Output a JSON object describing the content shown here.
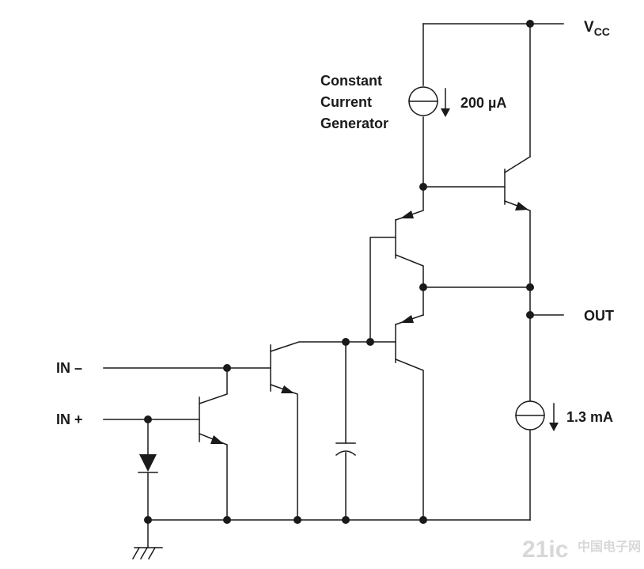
{
  "labels": {
    "vcc_main": "V",
    "vcc_sub": "CC",
    "out": "OUT",
    "in_minus": "IN –",
    "in_plus": "IN +",
    "generator_line1": "Constant",
    "generator_line2": "Current",
    "generator_line3": "Generator",
    "current_top": "200 µA",
    "current_bottom": "1.3 mA"
  },
  "watermark": {
    "main": "21ic",
    "sub": "中国电子网"
  },
  "colors": {
    "wire": "#1a1a1a",
    "watermark": "#d8d8d8"
  }
}
